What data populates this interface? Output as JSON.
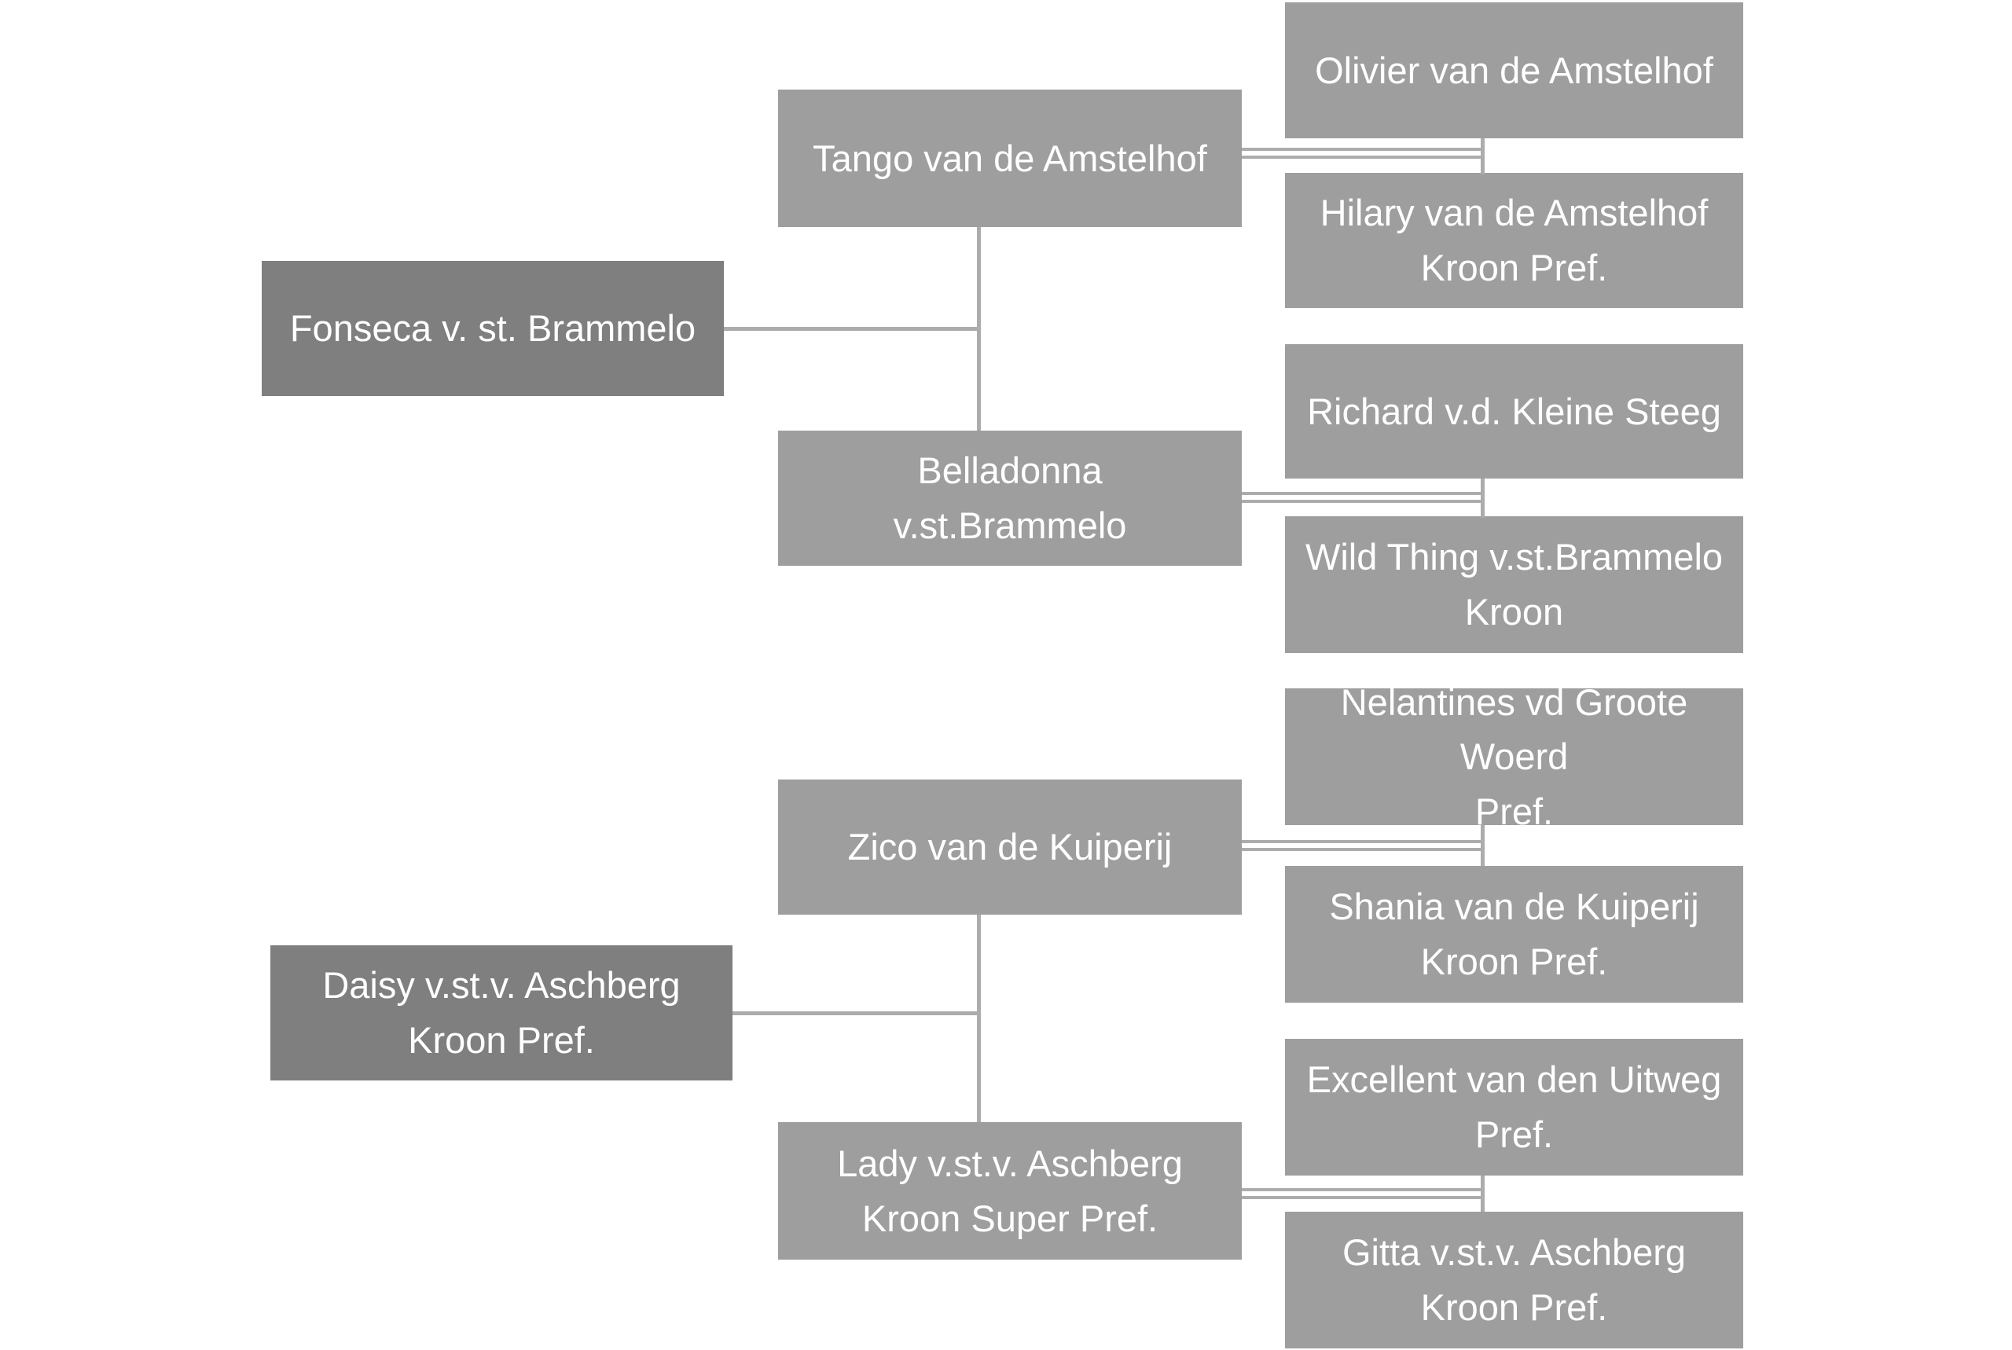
{
  "palette": {
    "subject_box": "#7f7f7f",
    "ancestor_box": "#9e9e9e",
    "connector": "#acacac",
    "box_text": "#ffffff",
    "background": "#ffffff"
  },
  "pedigree": {
    "groups": [
      {
        "subject": {
          "name": "Fonseca v. st. Brammelo"
        },
        "sire": {
          "name": "Tango van de Amstelhof",
          "sire": {
            "name": "Olivier van de Amstelhof"
          },
          "dam": {
            "name": "Hilary van de Amstelhof\nKroon Pref."
          }
        },
        "dam": {
          "name": "Belladonna\nv.st.Brammelo",
          "sire": {
            "name": "Richard v.d. Kleine Steeg"
          },
          "dam": {
            "name": "Wild Thing v.st.Brammelo\nKroon"
          }
        }
      },
      {
        "subject": {
          "name": "Daisy v.st.v. Aschberg\nKroon Pref."
        },
        "sire": {
          "name": "Zico van de Kuiperij",
          "sire": {
            "name": "Nelantines vd Groote Woerd\nPref."
          },
          "dam": {
            "name": "Shania van de Kuiperij\nKroon Pref."
          }
        },
        "dam": {
          "name": "Lady v.st.v. Aschberg\nKroon Super Pref.",
          "sire": {
            "name": "Excellent van den Uitweg\nPref."
          },
          "dam": {
            "name": "Gitta v.st.v. Aschberg\nKroon Pref."
          }
        }
      }
    ]
  }
}
